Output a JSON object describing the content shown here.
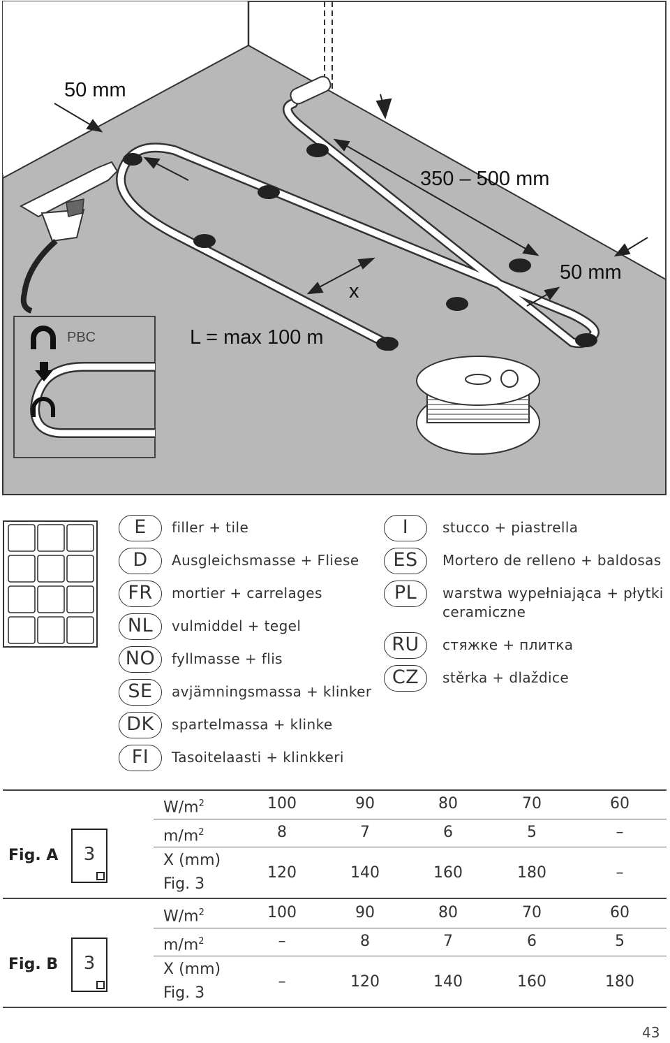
{
  "illustration": {
    "dim_top_left": "50 mm",
    "dim_spacing": "350 – 500 mm",
    "dim_right": "50 mm",
    "dim_x": "x",
    "length": "L = max 100 m",
    "inset_label": "PBC"
  },
  "languages_left": [
    {
      "code": "E",
      "text": "filler + tile"
    },
    {
      "code": "D",
      "text": "Ausgleichsmasse + Fliese"
    },
    {
      "code": "FR",
      "text": "mortier + carrelages"
    },
    {
      "code": "NL",
      "text": "vulmiddel + tegel"
    },
    {
      "code": "NO",
      "text": "fyllmasse + flis"
    },
    {
      "code": "SE",
      "text": "avjämningsmassa + klinker"
    },
    {
      "code": "DK",
      "text": "spartelmassa + klinke"
    },
    {
      "code": "FI",
      "text": "Tasoitelaasti + klinkkeri"
    }
  ],
  "languages_right": [
    {
      "code": "I",
      "text": "stucco + piastrella"
    },
    {
      "code": "ES",
      "text": "Mortero de relleno + baldosas"
    },
    {
      "code": "PL",
      "text": "warstwa wypełniająca + płytki",
      "text2": "ceramiczne"
    },
    {
      "code": "RU",
      "text": "стяжке + плитка"
    },
    {
      "code": "CZ",
      "text": "stěrka + dlaždice"
    }
  ],
  "table": {
    "fig_a": {
      "label": "Fig. A",
      "page_ref": "3",
      "rows": [
        {
          "head": "W/m",
          "sup": "2",
          "values": [
            "100",
            "90",
            "80",
            "70",
            "60"
          ]
        },
        {
          "head": "m/m",
          "sup": "2",
          "values": [
            "8",
            "7",
            "6",
            "5",
            "–"
          ]
        },
        {
          "head": "X (mm)",
          "head2": "Fig. 3",
          "values": [
            "120",
            "140",
            "160",
            "180",
            "–"
          ]
        }
      ]
    },
    "fig_b": {
      "label": "Fig. B",
      "page_ref": "3",
      "rows": [
        {
          "head": "W/m",
          "sup": "2",
          "values": [
            "100",
            "90",
            "80",
            "70",
            "60"
          ]
        },
        {
          "head": "m/m",
          "sup": "2",
          "values": [
            "–",
            "8",
            "7",
            "6",
            "5"
          ]
        },
        {
          "head": "X (mm)",
          "head2": "Fig. 3",
          "values": [
            "–",
            "120",
            "140",
            "160",
            "180"
          ]
        }
      ]
    }
  },
  "page_number": "43"
}
